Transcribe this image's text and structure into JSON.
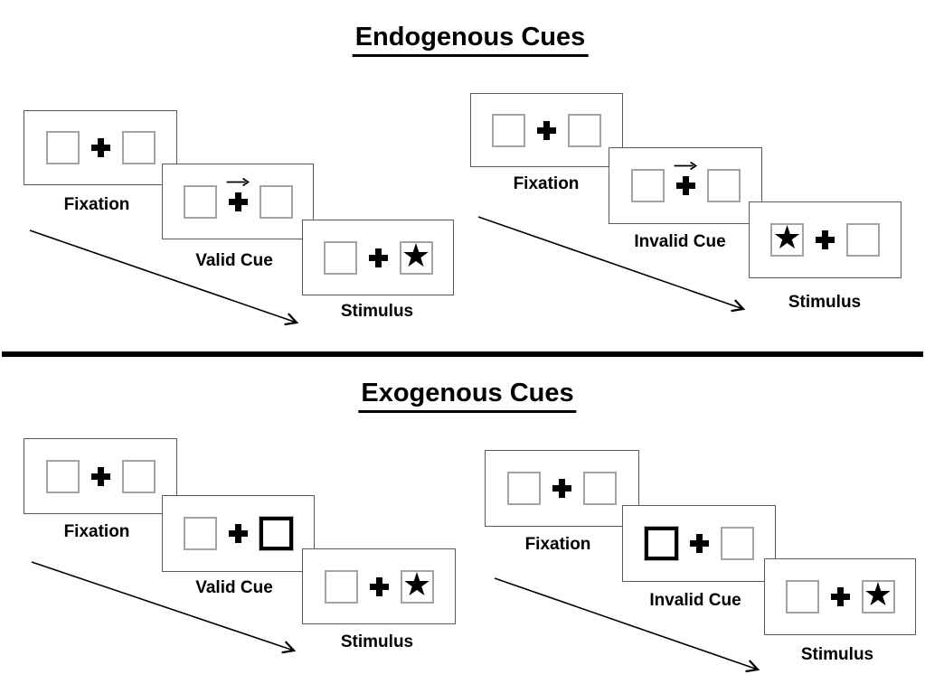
{
  "sections": [
    {
      "title": "Endogenous Cues",
      "sequences": [
        {
          "name": "valid",
          "cue_description": "central arrow above fixation cross pointing right",
          "panels": [
            {
              "label": "Fixation"
            },
            {
              "label": "Valid Cue",
              "cue": "right-arrow"
            },
            {
              "label": "Stimulus",
              "star_side": "right"
            }
          ]
        },
        {
          "name": "invalid",
          "cue_description": "central arrow above fixation cross pointing right",
          "panels": [
            {
              "label": "Fixation"
            },
            {
              "label": "Invalid Cue",
              "cue": "right-arrow"
            },
            {
              "label": "Stimulus",
              "star_side": "left"
            }
          ]
        }
      ]
    },
    {
      "title": "Exogenous Cues",
      "sequences": [
        {
          "name": "valid",
          "cue_description": "thick black box on right side",
          "panels": [
            {
              "label": "Fixation"
            },
            {
              "label": "Valid Cue",
              "cue": "thick-box-right"
            },
            {
              "label": "Stimulus",
              "star_side": "right"
            }
          ]
        },
        {
          "name": "invalid",
          "cue_description": "thick black box on left side",
          "panels": [
            {
              "label": "Fixation"
            },
            {
              "label": "Invalid Cue",
              "cue": "thick-box-left"
            },
            {
              "label": "Stimulus",
              "star_side": "right"
            }
          ]
        }
      ]
    }
  ],
  "glyphs": {
    "star": "★"
  }
}
